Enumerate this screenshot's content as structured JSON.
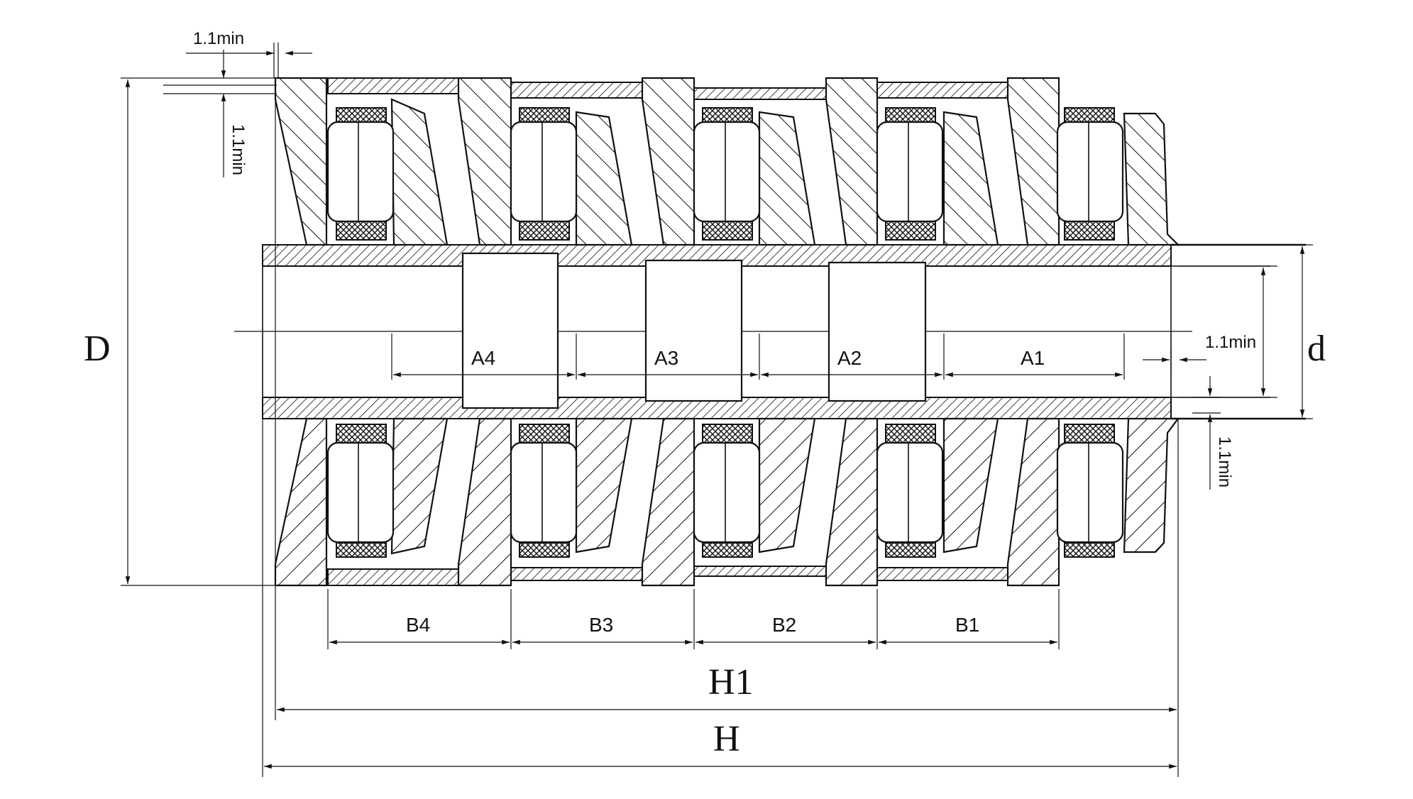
{
  "labels": {
    "D": "D",
    "d": "d",
    "H": "H",
    "H1": "H1",
    "clearance_top": "1.1min",
    "clearance_left": "1.1min",
    "clearance_right": "1.1min",
    "clearance_right_low": "1.1min"
  },
  "a_dims": [
    "A4",
    "A3",
    "A2",
    "A1"
  ],
  "b_dims": [
    "B4",
    "B3",
    "B2",
    "B1"
  ]
}
